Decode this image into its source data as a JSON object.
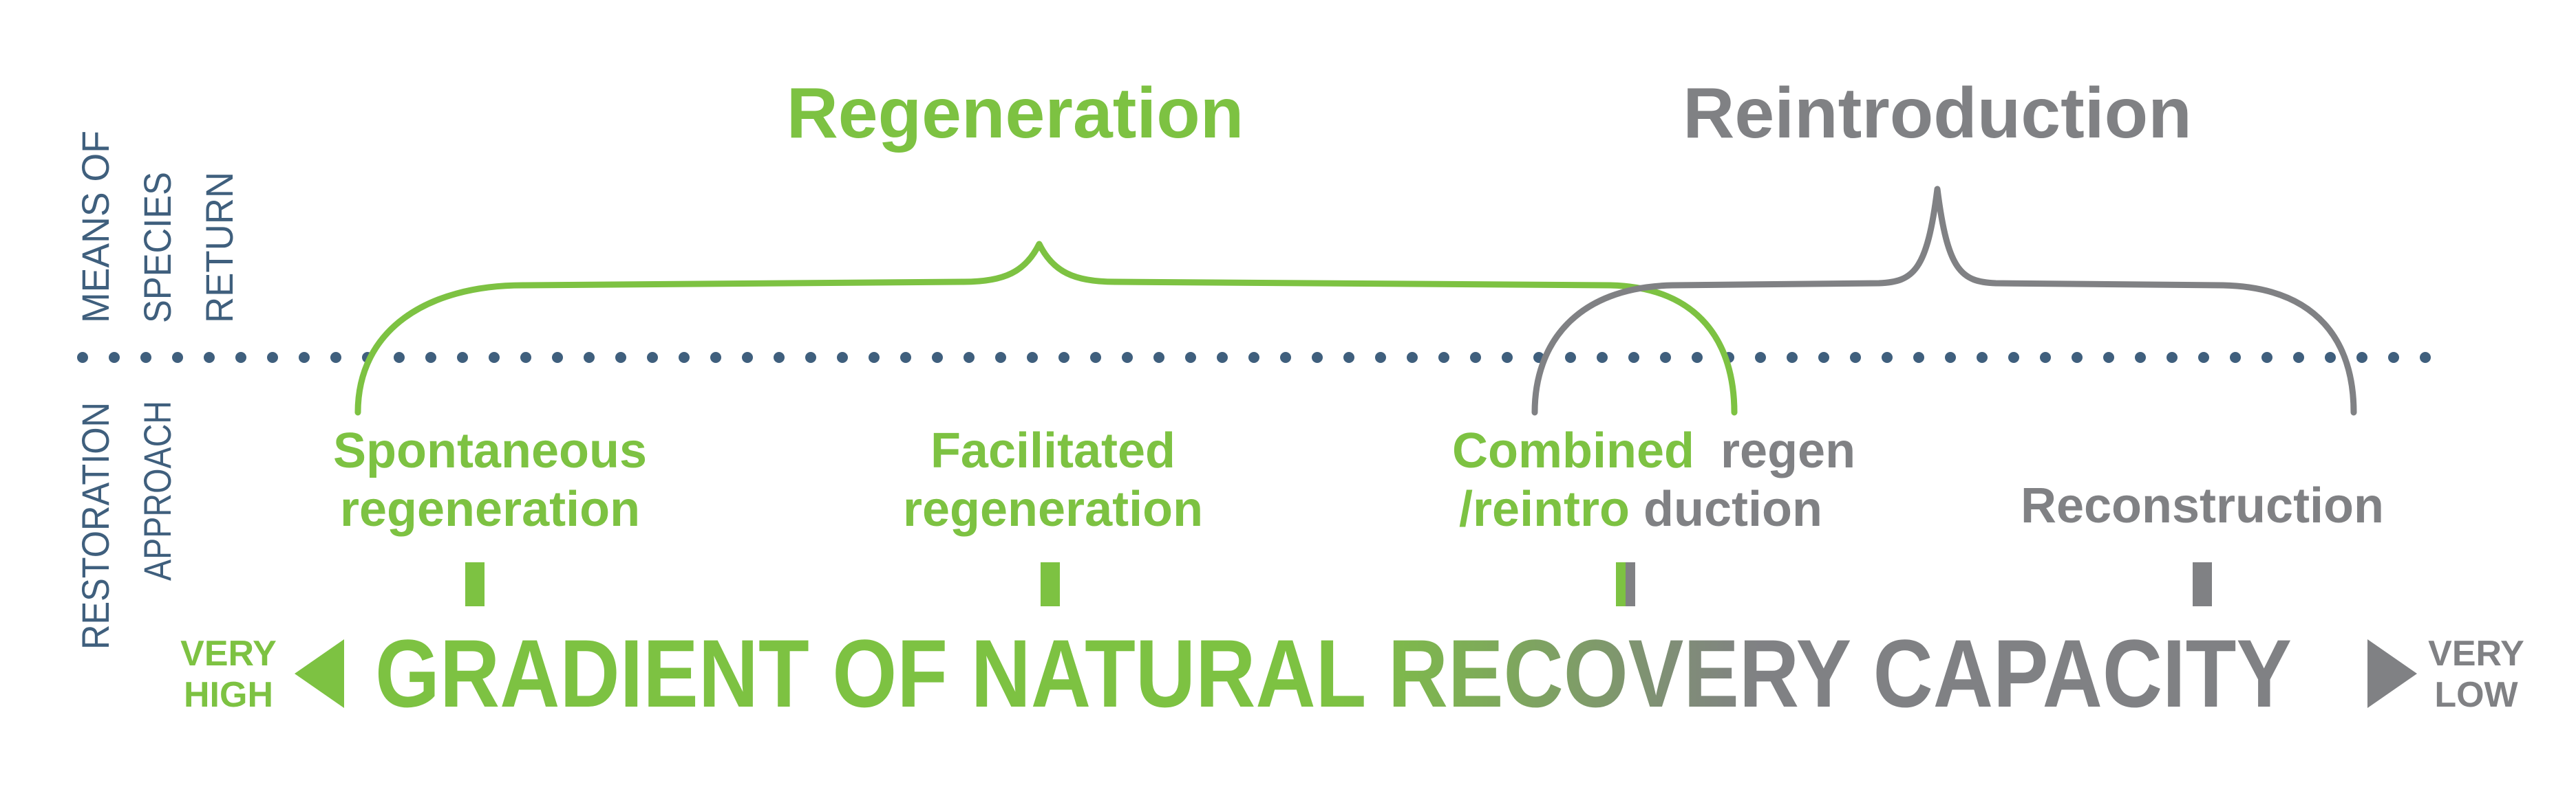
{
  "colors": {
    "green": "#7dc242",
    "grey": "#808184",
    "navy": "#3f5f7d",
    "background": "#ffffff"
  },
  "top_labels": {
    "regeneration": "Regeneration",
    "reintroduction": "Reintroduction"
  },
  "side_labels": {
    "means_line1": "MEANS OF",
    "means_line2": "SPECIES",
    "means_line3": "RETURN",
    "approach_line1": "RESTORATION",
    "approach_line2": "APPROACH"
  },
  "approaches": {
    "spontaneous_line1": "Spontaneous",
    "spontaneous_line2": "regeneration",
    "facilitated_line1": "Facilitated",
    "facilitated_line2": "regeneration",
    "combined_line1_green": "Combined",
    "combined_line1_grey": "regen",
    "combined_line2_green": "/reintro",
    "combined_line2_grey": "duction",
    "reconstruction": "Reconstruction"
  },
  "gradient": {
    "left_line1": "VERY",
    "left_line2": "HIGH",
    "title": "GRADIENT OF NATURAL RECOVERY CAPACITY",
    "right_line1": "VERY",
    "right_line2": "LOW"
  },
  "icons": {
    "left_arrow": "triangle-left-icon",
    "right_arrow": "triangle-right-icon",
    "brace": "curly-brace-icon"
  }
}
